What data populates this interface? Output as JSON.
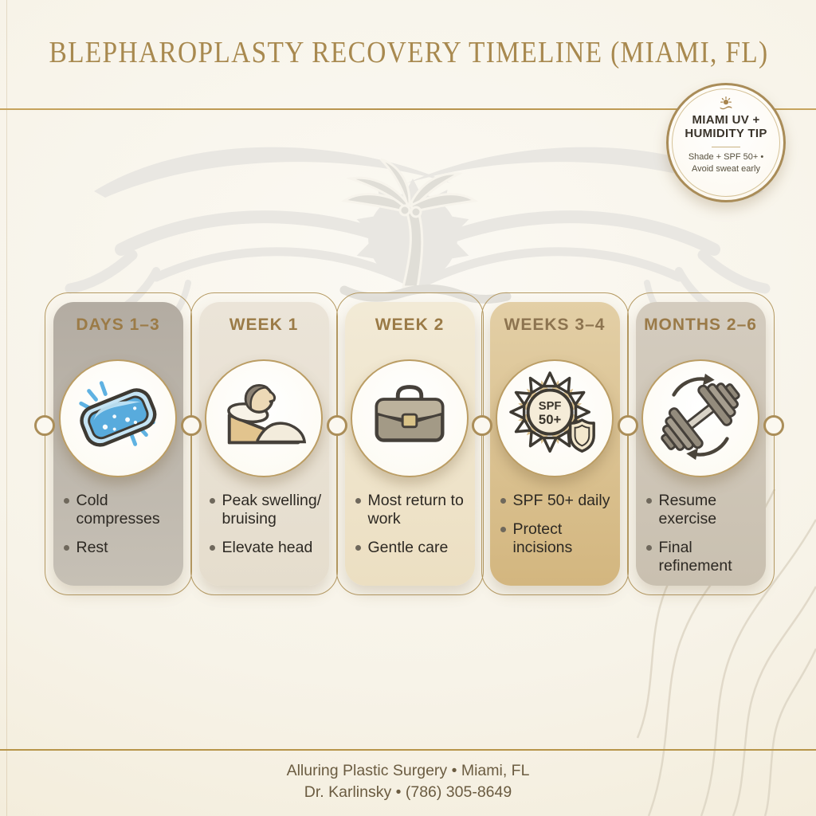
{
  "title": "BLEPHAROPLASTY RECOVERY TIMELINE (MIAMI, FL)",
  "badge": {
    "icon": "sun-icon",
    "line1": "MIAMI UV +",
    "line2": "HUMIDITY TIP",
    "tip1": "Shade + SPF 50+ •",
    "tip2": "Avoid sweat early"
  },
  "watermark_icon": "closed-eyes-palm-sun-watermark",
  "timeline": {
    "stages": [
      {
        "header": "DAYS 1–3",
        "icon": "ice-pack-icon",
        "bullets": [
          "Cold compresses",
          "Rest"
        ],
        "colors": {
          "bg_top": "#b3aca2",
          "bg_bottom": "#c6c0b5",
          "header": "#9b7b47"
        }
      },
      {
        "header": "WEEK 1",
        "icon": "head-elevated-icon",
        "bullets": [
          "Peak swelling/bruising",
          "Elevate head"
        ],
        "colors": {
          "bg_top": "#ebe4d8",
          "bg_bottom": "#e5ddcd",
          "header": "#9b7b47"
        }
      },
      {
        "header": "WEEK 2",
        "icon": "briefcase-icon",
        "bullets": [
          "Most return to work",
          "Gentle care"
        ],
        "colors": {
          "bg_top": "#f2ead6",
          "bg_bottom": "#ecdfc2",
          "header": "#9a7a46"
        }
      },
      {
        "header": "WEEKS 3–4",
        "icon": "spf-shield-icon",
        "bullets": [
          "SPF 50+ daily",
          "Protect incisions"
        ],
        "colors": {
          "bg_top": "#e3cfa6",
          "bg_bottom": "#d3b67f",
          "header": "#8d7450"
        }
      },
      {
        "header": "MONTHS 2–6",
        "icon": "dumbbell-icon",
        "bullets": [
          "Resume exercise",
          "Final refinement"
        ],
        "colors": {
          "bg_top": "#d4ccbf",
          "bg_bottom": "#c9c0b0",
          "header": "#9a7a48"
        }
      }
    ],
    "spf_icon_text_line1": "SPF",
    "spf_icon_text_line2": "50+"
  },
  "footer": {
    "line1": "Alluring Plastic Surgery • Miami, FL",
    "line2": "Dr. Karlinsky • (786) 305-8649"
  },
  "colors": {
    "accent_gold": "#b59a63",
    "title_gold": "#a8894f",
    "background_cream": "#f7f3e8",
    "bullet_text": "#2d2923",
    "footer_text": "#6b5c41"
  }
}
